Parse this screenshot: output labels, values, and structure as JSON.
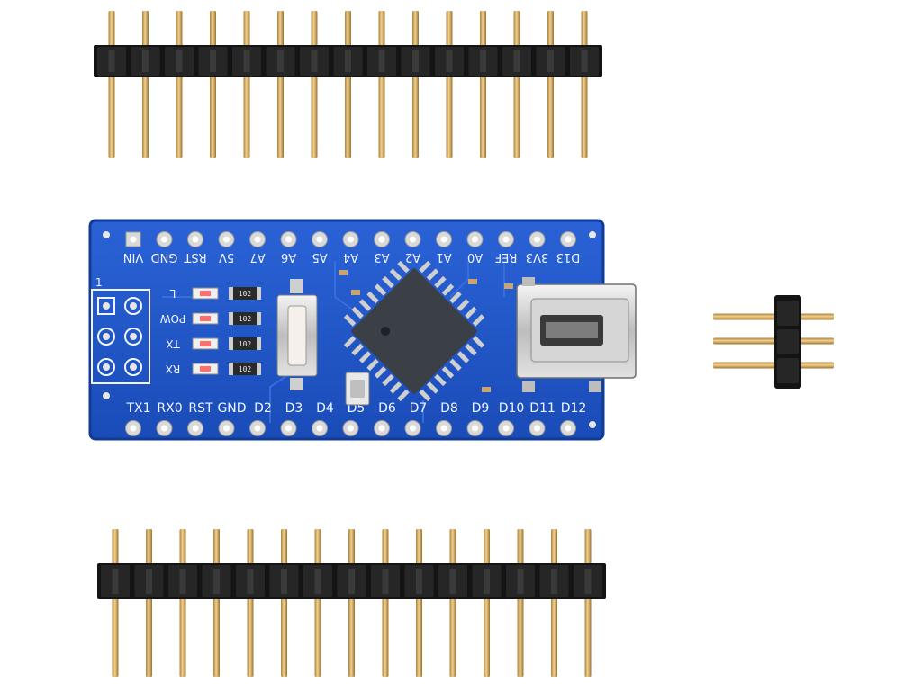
{
  "board": {
    "top_pin_labels": [
      "VIN",
      "GND",
      "RST",
      "5V",
      "A7",
      "A6",
      "A5",
      "A4",
      "A3",
      "A2",
      "A1",
      "A0",
      "REF",
      "3V3",
      "D13"
    ],
    "bottom_pin_labels": [
      "TX1",
      "RX0",
      "RST",
      "GND",
      "D2",
      "D3",
      "D4",
      "D5",
      "D6",
      "D7",
      "D8",
      "D9",
      "D10",
      "D11",
      "D12"
    ],
    "led_labels": [
      "L",
      "POW",
      "TX",
      "RX"
    ],
    "resistor_marking": "102",
    "icsp_marker": "1"
  },
  "colors": {
    "pcb": "#1f55c8",
    "pcb_edge": "#123c94",
    "pin_gold": "#d6b06a",
    "header_plastic": "#141414",
    "silkscreen": "#f2f5ff"
  },
  "icons": {
    "top_header": "pin-header-strip",
    "bottom_header": "pin-header-strip",
    "small_header": "pin-header-2x3",
    "chip": "atmega-qfp-chip",
    "usb": "mini-usb-connector",
    "button": "reset-pushbutton"
  }
}
